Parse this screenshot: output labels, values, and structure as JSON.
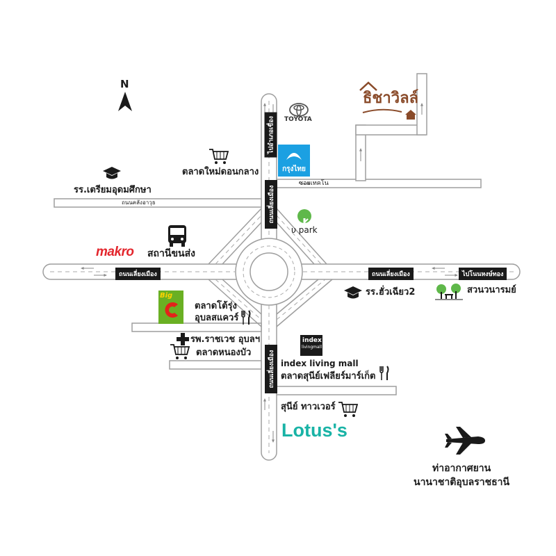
{
  "north_label": "N",
  "roads": {
    "horizontal_main": "ถนนเลี่ยงเมือง",
    "horizontal_main_east": "ถนนเลี่ยงเมือง",
    "to_nong_khai": "ไปโนนหงษ์ทอง",
    "vertical_north": "ไปอำเภอเขื่อง",
    "vertical_mid": "ถนนเลี่ยงเมือง",
    "vertical_south": "ถนนเลี่ยงเมือง",
    "klang_road": "ถนนคลังอาวุธ",
    "soi": "ซอยเทคโน"
  },
  "places": {
    "thicha_villa": "ธิชาวิลล์",
    "toyota": "TOYOTA",
    "krungthai": "กรุงไทย",
    "talad_mai": "ตลาดใหม่ดอนกลาง",
    "triam_udom": "รร.เตรียมอุดมศึกษา",
    "u_park": "υ park",
    "makro": "makro",
    "bus_station": "สถานีขนส่ง",
    "big_c": "Big",
    "talad_tor_rung_1": "ตลาดโต้รุ่ง",
    "talad_tor_rung_2": "อุบลสแควร์",
    "school_2": "รร.ฮั่วเฉียว2",
    "suan_wanarom": "สวนวนารมย์",
    "hospital": "รพ.ราชเวช อุบลฯ",
    "talad_nong_bua": "ตลาดหนองบัว",
    "index_logo_1": "index",
    "index_logo_2": "livingmall",
    "index_living_mall": "index living mall",
    "sunee_market": "ตลาดสุนีย์เฟลียร์มาร์เก็ต",
    "sunee_tower": "สุนีย์ ทาวเวอร์",
    "lotus": "Lotus's",
    "airport_1": "ท่าอากาศยาน",
    "airport_2": "นานาชาติอุบลราชธานี"
  },
  "colors": {
    "road_border": "#9e9e9e",
    "label_bg": "#1a1a1a",
    "makro": "#e3262d",
    "krungthai": "#1ba0e2",
    "lotus": "#19b3a6",
    "thicha": "#8a4b2a",
    "bigc_green": "#6ab023",
    "bigc_red": "#e2231a",
    "tree": "#5fb84a"
  }
}
